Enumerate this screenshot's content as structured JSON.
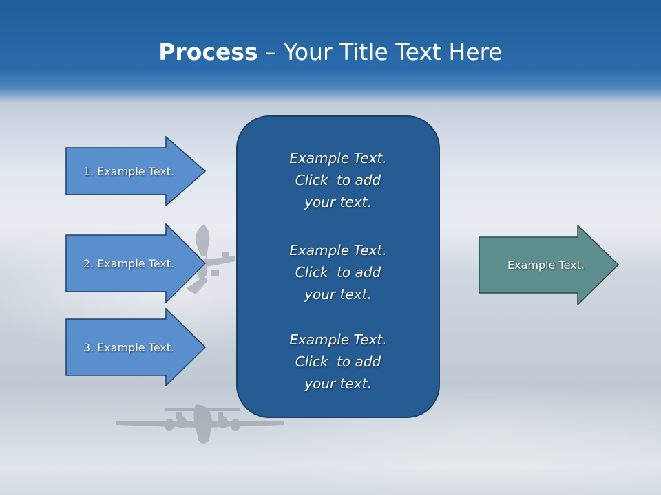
{
  "slide": {
    "title_bold": "Process",
    "title_rest": " – Your Title Text Here",
    "colors": {
      "title_bar": "#1f5d99",
      "input_arrow_fill": "#5a8fce",
      "input_arrow_stroke": "#1f3f66",
      "center_box_fill": "#245c93",
      "output_arrow_fill": "#5e8e8e",
      "output_arrow_stroke": "#2c4a4a"
    },
    "input_arrows": [
      {
        "label": "1. Example Text."
      },
      {
        "label": "2. Example Text."
      },
      {
        "label": "3. Example Text."
      }
    ],
    "center_box": {
      "blocks": [
        {
          "lines": [
            "Example Text.",
            "Click  to add",
            "your text."
          ]
        },
        {
          "lines": [
            "Example Text.",
            "Click  to add",
            "your text."
          ]
        },
        {
          "lines": [
            "Example Text.",
            "Click  to add",
            "your text."
          ]
        }
      ]
    },
    "output_arrow": {
      "label": "Example Text."
    }
  }
}
